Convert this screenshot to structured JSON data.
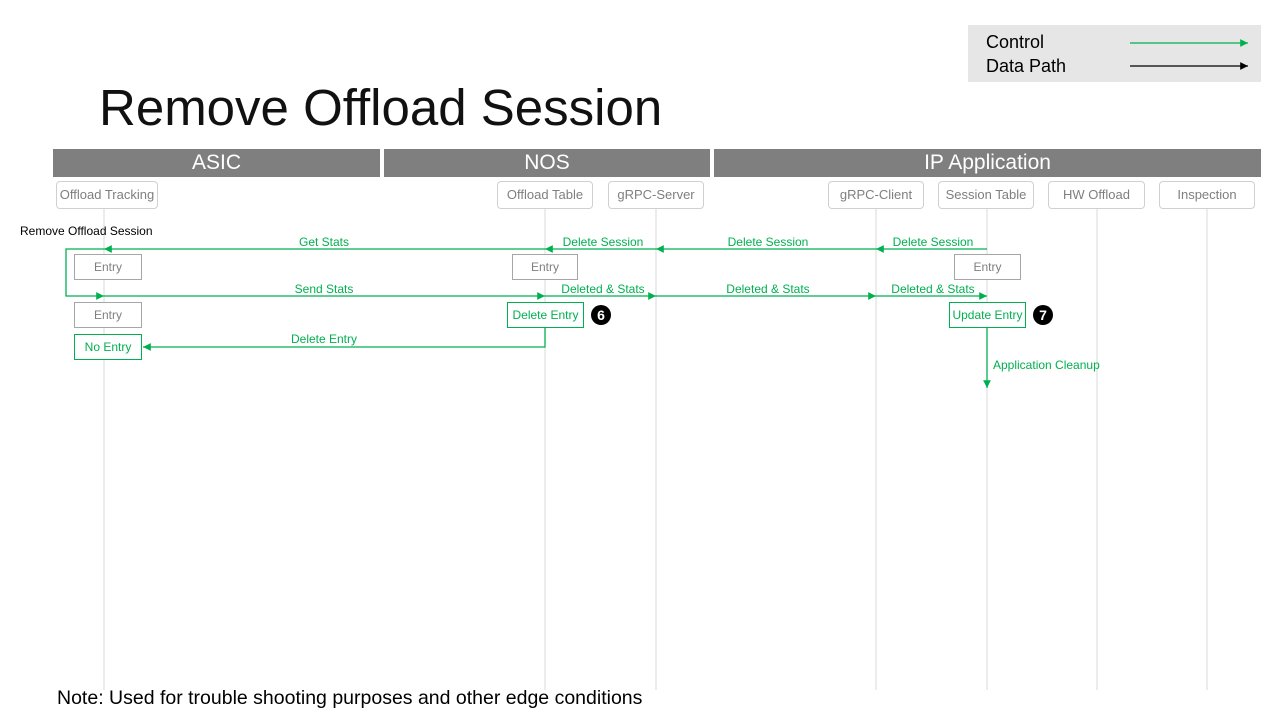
{
  "slide": {
    "title": "Remove Offload Session",
    "note": "Note: Used for trouble shooting purposes and other edge conditions"
  },
  "legend": {
    "items": [
      {
        "label": "Control"
      },
      {
        "label": "Data Path"
      }
    ]
  },
  "colors": {
    "control": "#00b050",
    "data_path": "#000000",
    "lane_header": "#7f7f7f",
    "legend_background": "#e7e6e6"
  },
  "lanes": [
    {
      "label": "ASIC"
    },
    {
      "label": "NOS"
    },
    {
      "label": "IP Application"
    }
  ],
  "participants": [
    {
      "label": "Offload Tracking"
    },
    {
      "label": "Offload Table"
    },
    {
      "label": "gRPC-Server"
    },
    {
      "label": "gRPC-Client"
    },
    {
      "label": "Session Table"
    },
    {
      "label": "HW Offload"
    },
    {
      "label": "Inspection"
    }
  ],
  "trigger": {
    "label": "Remove Offload Session"
  },
  "messages": [
    {
      "label": "Get Stats"
    },
    {
      "label": "Delete Session"
    },
    {
      "label": "Delete Session"
    },
    {
      "label": "Delete Session"
    },
    {
      "label": "Send Stats"
    },
    {
      "label": "Deleted & Stats"
    },
    {
      "label": "Deleted & Stats"
    },
    {
      "label": "Deleted & Stats"
    },
    {
      "label": "Delete Entry"
    },
    {
      "label": "Application Cleanup"
    }
  ],
  "states": [
    {
      "label": "Entry"
    },
    {
      "label": "Entry"
    },
    {
      "label": "Entry"
    },
    {
      "label": "Entry"
    },
    {
      "label": "Delete Entry"
    },
    {
      "label": "Update Entry"
    },
    {
      "label": "No Entry"
    }
  ],
  "step_markers": [
    {
      "number": "6"
    },
    {
      "number": "7"
    }
  ]
}
